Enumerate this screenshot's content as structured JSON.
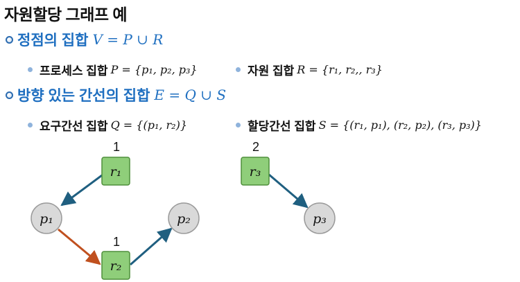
{
  "title": "자원할당 그래프 예",
  "vertex_set": {
    "label": "정점의 집합",
    "formula": "V = P ∪ R",
    "process_label": "프로세스 집합",
    "process_formula": "P = {p₁, p₂, p₃}",
    "resource_label": "자원 집합",
    "resource_formula": "R = {r₁, r₂,, r₃}"
  },
  "edge_set": {
    "label": "방향 있는 간선의 집합",
    "formula": "E = Q ∪ S",
    "request_label": "요구간선 집합",
    "request_formula": "Q = {(p₁, r₂)}",
    "assign_label": "할당간선 집합",
    "assign_formula": "S = {(r₁, p₁), (r₂, p₂), (r₃, p₃)}"
  },
  "graph": {
    "resources": [
      {
        "id": "r1",
        "label": "r₁",
        "count": "1"
      },
      {
        "id": "r2",
        "label": "r₂",
        "count": "1"
      },
      {
        "id": "r3",
        "label": "r₃",
        "count": "2"
      }
    ],
    "processes": [
      {
        "id": "p1",
        "label": "p₁"
      },
      {
        "id": "p2",
        "label": "p₂"
      },
      {
        "id": "p3",
        "label": "p₃"
      }
    ],
    "edges": [
      {
        "from": "r1",
        "to": "p1",
        "kind": "assignment"
      },
      {
        "from": "p1",
        "to": "r2",
        "kind": "request"
      },
      {
        "from": "r2",
        "to": "p2",
        "kind": "assignment"
      },
      {
        "from": "r3",
        "to": "p3",
        "kind": "assignment"
      }
    ],
    "colors": {
      "resource_fill": "#8fce7a",
      "resource_stroke": "#4f8f3b",
      "process_fill": "#d9d9d9",
      "process_stroke": "#9a9a9a",
      "assignment_edge": "#1f5f80",
      "request_edge": "#c0501f"
    }
  }
}
